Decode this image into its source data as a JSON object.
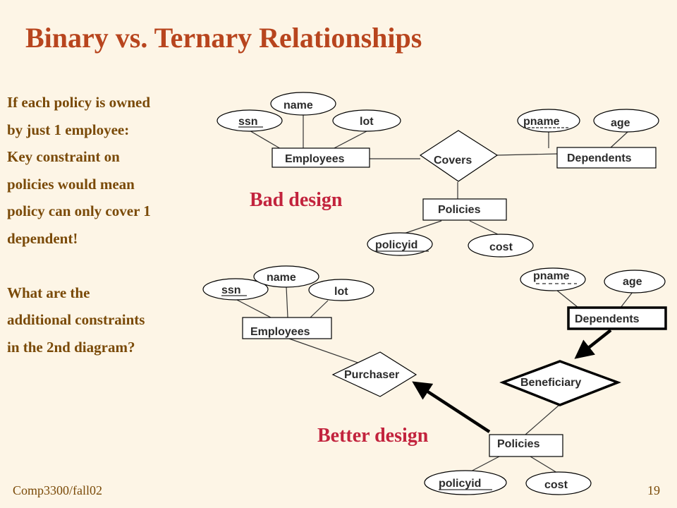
{
  "title": "Binary vs. Ternary Relationships",
  "side_text": {
    "lines_a": [
      "If each policy is owned",
      "by just 1 employee:",
      "Key constraint on",
      "policies would mean",
      "policy can only cover 1",
      "dependent!"
    ],
    "lines_b": [
      "What are the",
      "additional  constraints",
      "in the 2nd diagram?"
    ]
  },
  "diagram1": {
    "attr_ssn": "ssn",
    "attr_name": "name",
    "attr_lot": "lot",
    "entity_employees": "Employees",
    "relationship_covers": "Covers",
    "entity_dependents": "Dependents",
    "attr_pname": "pname",
    "attr_age": "age",
    "entity_policies": "Policies",
    "attr_policyid": "policyid",
    "attr_cost": "cost",
    "verdict": "Bad design"
  },
  "diagram2": {
    "attr_ssn": "ssn",
    "attr_name": "name",
    "attr_lot": "lot",
    "entity_employees": "Employees",
    "relationship_purchaser": "Purchaser",
    "attr_pname": "pname",
    "attr_age": "age",
    "entity_dependents": "Dependents",
    "relationship_beneficiary": "Beneficiary",
    "entity_policies": "Policies",
    "attr_policyid": "policyid",
    "attr_cost": "cost",
    "verdict": "Better design"
  },
  "footer": "Comp3300/fall02",
  "page_number": "19"
}
